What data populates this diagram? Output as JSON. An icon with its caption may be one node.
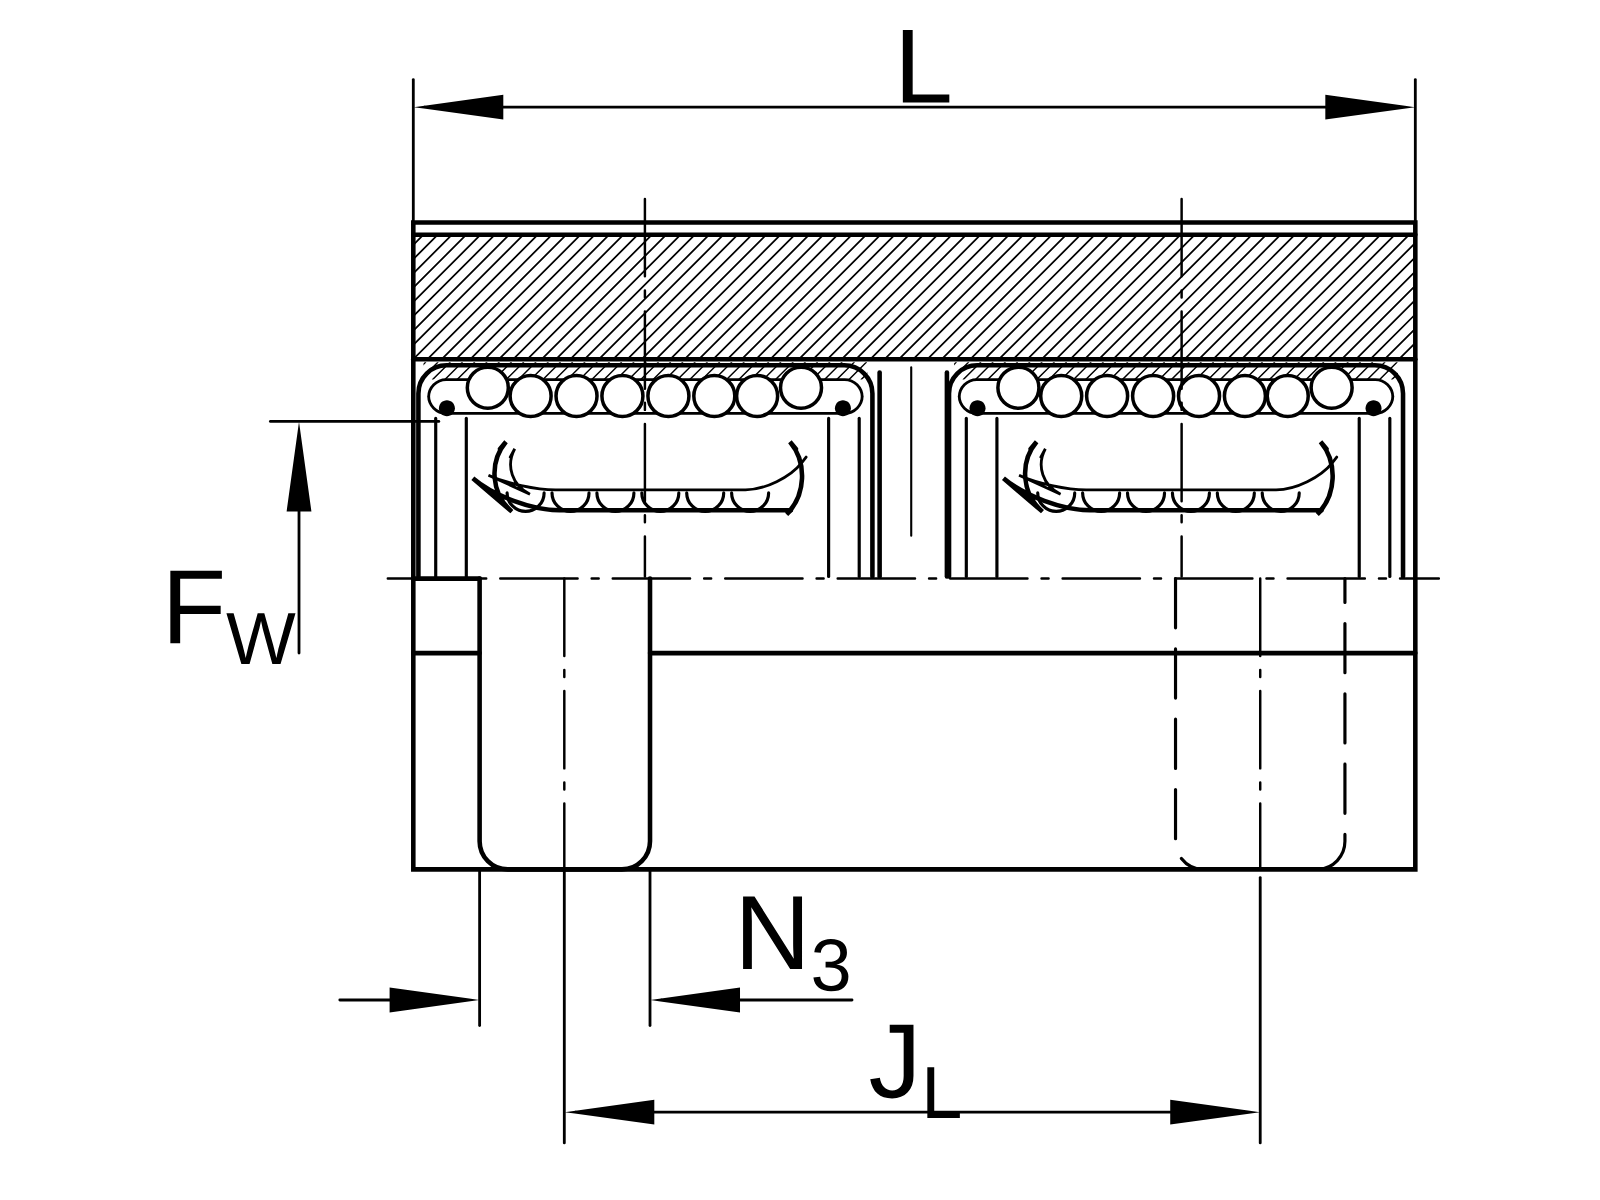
{
  "diagram": {
    "labels": [
      "L",
      "F$_{W}$",
      "N$_{3}$",
      "J$_{L}$"
    ]
  }
}
